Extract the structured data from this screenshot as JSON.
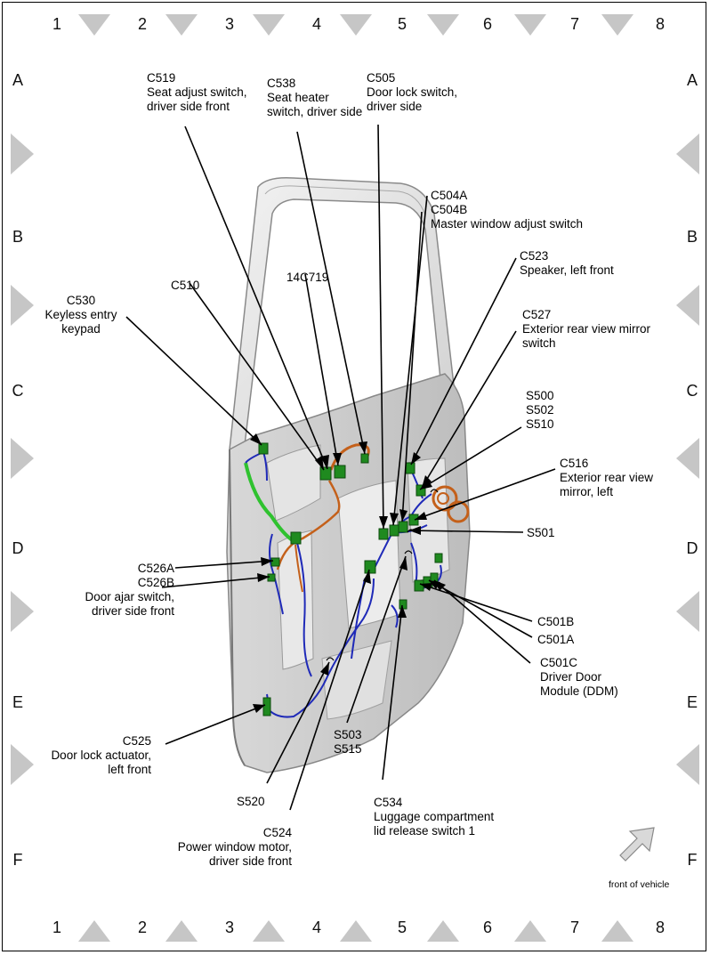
{
  "grid": {
    "columns": [
      "1",
      "2",
      "3",
      "4",
      "5",
      "6",
      "7",
      "8"
    ],
    "rows": [
      "A",
      "B",
      "C",
      "D",
      "E",
      "F"
    ]
  },
  "callouts": {
    "c519": {
      "code": "C519",
      "line1": "Seat adjust switch,",
      "line2": "driver side front"
    },
    "c538": {
      "code": "C538",
      "line1": "Seat heater",
      "line2": "switch, driver side"
    },
    "c505": {
      "code": "C505",
      "line1": "Door lock switch,",
      "line2": "driver side"
    },
    "c504": {
      "code1": "C504A",
      "code2": "C504B",
      "line1": "Master window adjust switch"
    },
    "c523": {
      "code": "C523",
      "line1": "Speaker, left front"
    },
    "c527": {
      "code": "C527",
      "line1": "Exterior rear view mirror",
      "line2": "switch"
    },
    "s500": {
      "code1": "S500",
      "code2": "S502",
      "code3": "S510"
    },
    "c516": {
      "code": "C516",
      "line1": "Exterior rear view",
      "line2": "mirror, left"
    },
    "s501": {
      "code": "S501"
    },
    "c501b": {
      "code": "C501B"
    },
    "c501a": {
      "code": "C501A"
    },
    "c501c": {
      "code": "C501C",
      "line1": "Driver Door",
      "line2": "Module (DDM)"
    },
    "c530": {
      "code": "C530",
      "line1": "Keyless entry",
      "line2": "keypad"
    },
    "c510": {
      "code": "C510"
    },
    "c14c719": {
      "code": "14C719"
    },
    "c526": {
      "code1": "C526A",
      "code2": "C526B",
      "line1": "Door ajar switch,",
      "line2": "driver side front"
    },
    "c525": {
      "code": "C525",
      "line1": "Door lock actuator,",
      "line2": "left front"
    },
    "s520": {
      "code": "S520"
    },
    "c524": {
      "code": "C524",
      "line1": "Power window motor,",
      "line2": "driver side front"
    },
    "s503": {
      "code1": "S503",
      "code2": "S515"
    },
    "c534": {
      "code": "C534",
      "line1": "Luggage compartment",
      "line2": "lid release switch 1"
    }
  },
  "orientation": {
    "label": "front of vehicle",
    "icon": "arrow-icon"
  },
  "colors": {
    "harness_blue": "#1f2ab8",
    "harness_green": "#2fc22f",
    "harness_orange": "#c4601a",
    "connector_green": "#1f8a1f"
  }
}
